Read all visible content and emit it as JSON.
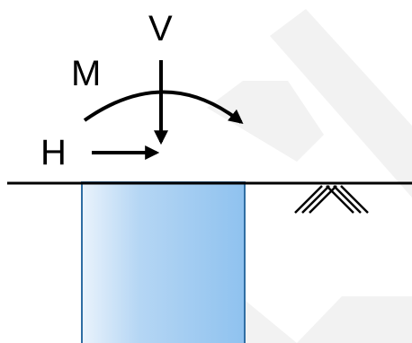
{
  "loads": {
    "vertical": {
      "label": "V"
    },
    "horizontal": {
      "label": "H"
    },
    "moment": {
      "label": "M"
    }
  },
  "colors": {
    "foundation_fill_light": "#eaf3fc",
    "foundation_fill_dark": "#8fc2ef",
    "foundation_stroke": "#2f6ea3",
    "line": "#000000",
    "watermark": "#f1f1f1"
  },
  "icons": {
    "ground": "soil-hatch-icon"
  }
}
